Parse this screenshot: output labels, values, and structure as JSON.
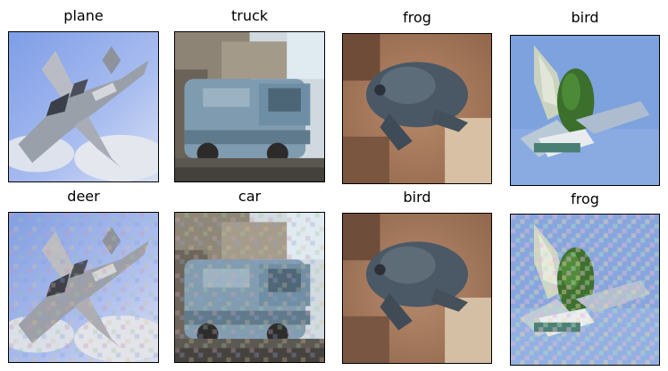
{
  "grid": {
    "rows": [
      {
        "panels": [
          {
            "title": "plane",
            "image_subject": "fighter-jet-image"
          },
          {
            "title": "truck",
            "image_subject": "van-image"
          },
          {
            "title": "frog",
            "image_subject": "frog-image"
          },
          {
            "title": "bird",
            "image_subject": "bird-image"
          }
        ]
      },
      {
        "panels": [
          {
            "title": "deer",
            "image_subject": "fighter-jet-perturbed-image"
          },
          {
            "title": "car",
            "image_subject": "van-perturbed-image"
          },
          {
            "title": "bird",
            "image_subject": "frog-perturbed-image"
          },
          {
            "title": "frog",
            "image_subject": "bird-perturbed-image"
          }
        ]
      }
    ]
  }
}
